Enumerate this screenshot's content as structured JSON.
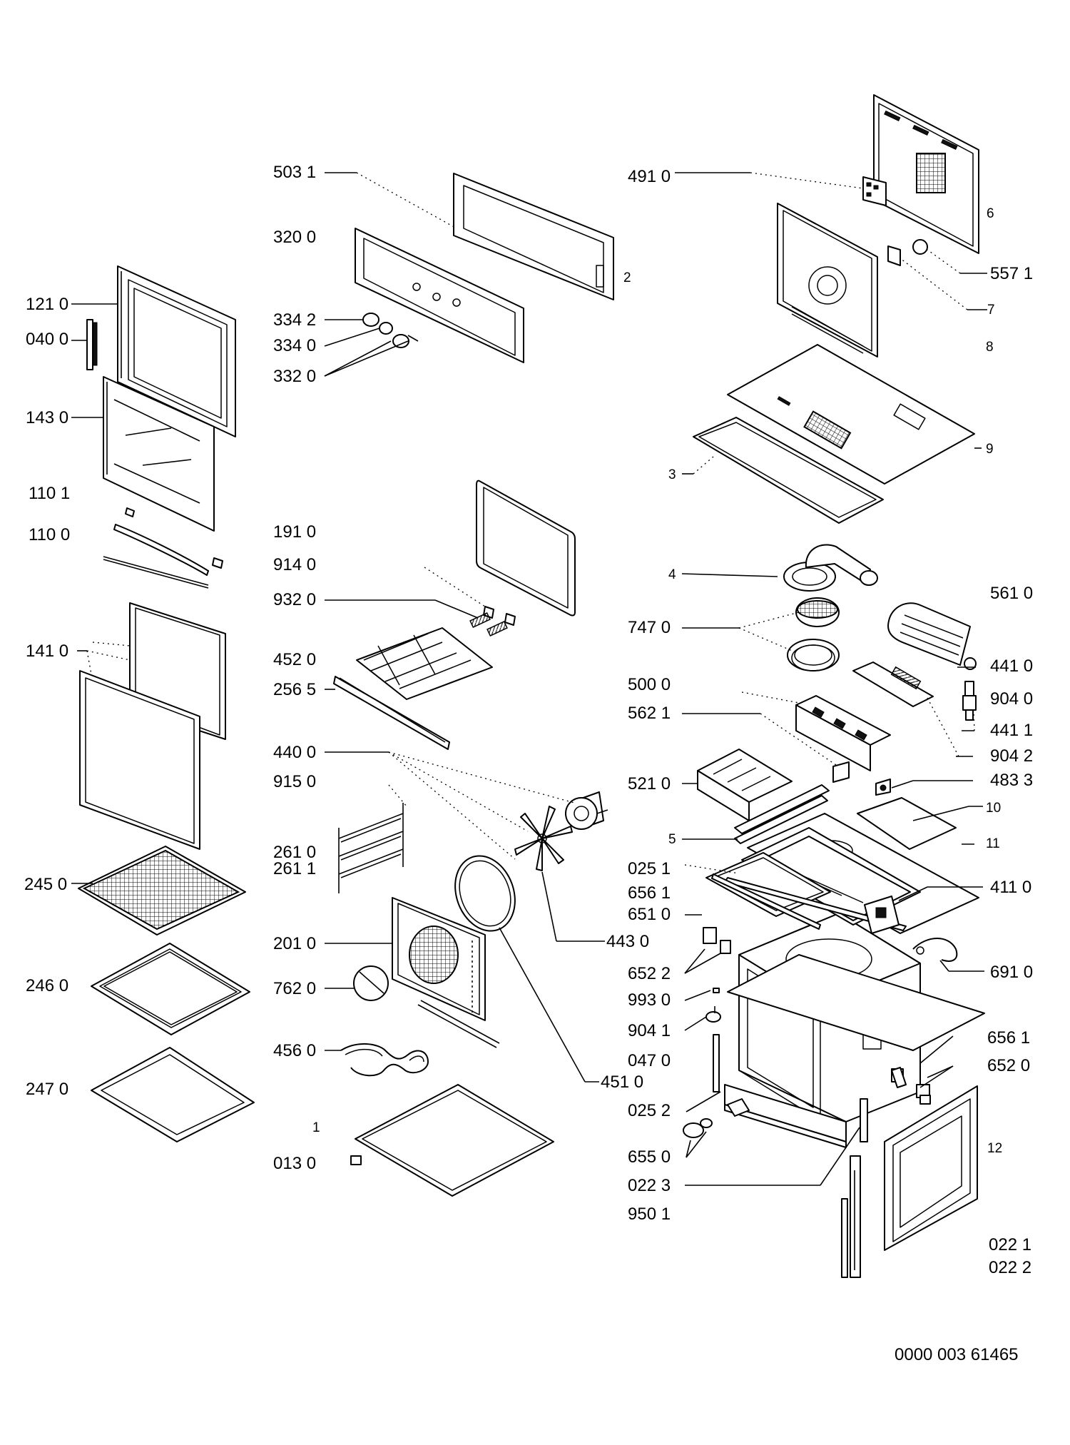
{
  "diagram": {
    "reference_code": "0000 003 61465",
    "labels": [
      {
        "id": "l-503-1",
        "text": "503 1"
      },
      {
        "id": "l-320-0",
        "text": "320 0"
      },
      {
        "id": "l-334-2",
        "text": "334 2"
      },
      {
        "id": "l-334-0",
        "text": "334 0"
      },
      {
        "id": "l-332-0",
        "text": "332 0"
      },
      {
        "id": "l-2",
        "text": "2"
      },
      {
        "id": "l-121-0",
        "text": "121 0"
      },
      {
        "id": "l-040-0",
        "text": "040 0"
      },
      {
        "id": "l-143-0",
        "text": "143 0"
      },
      {
        "id": "l-110-1",
        "text": "110 1"
      },
      {
        "id": "l-110-0",
        "text": "110 0"
      },
      {
        "id": "l-141-0",
        "text": "141 0"
      },
      {
        "id": "l-245-0",
        "text": "245 0"
      },
      {
        "id": "l-246-0",
        "text": "246 0"
      },
      {
        "id": "l-247-0",
        "text": "247 0"
      },
      {
        "id": "l-191-0",
        "text": "191 0"
      },
      {
        "id": "l-914-0",
        "text": "914 0"
      },
      {
        "id": "l-932-0",
        "text": "932 0"
      },
      {
        "id": "l-452-0",
        "text": "452 0"
      },
      {
        "id": "l-256-5",
        "text": "256 5"
      },
      {
        "id": "l-440-0",
        "text": "440 0"
      },
      {
        "id": "l-915-0",
        "text": "915 0"
      },
      {
        "id": "l-261-0",
        "text": "261 0"
      },
      {
        "id": "l-261-1",
        "text": "261 1"
      },
      {
        "id": "l-201-0",
        "text": "201 0"
      },
      {
        "id": "l-762-0",
        "text": "762 0"
      },
      {
        "id": "l-456-0",
        "text": "456 0"
      },
      {
        "id": "l-1",
        "text": "1"
      },
      {
        "id": "l-013-0",
        "text": "013 0"
      },
      {
        "id": "l-443-0",
        "text": "443 0"
      },
      {
        "id": "l-451-0",
        "text": "451 0"
      },
      {
        "id": "l-491-0",
        "text": "491 0"
      },
      {
        "id": "l-6",
        "text": "6"
      },
      {
        "id": "l-557-1",
        "text": "557 1"
      },
      {
        "id": "l-7",
        "text": "7"
      },
      {
        "id": "l-8",
        "text": "8"
      },
      {
        "id": "l-9",
        "text": "9"
      },
      {
        "id": "l-3",
        "text": "3"
      },
      {
        "id": "l-4",
        "text": "4"
      },
      {
        "id": "l-561-0",
        "text": "561 0"
      },
      {
        "id": "l-747-0",
        "text": "747 0"
      },
      {
        "id": "l-441-0",
        "text": "441 0"
      },
      {
        "id": "l-904-0",
        "text": "904 0"
      },
      {
        "id": "l-500-0",
        "text": "500 0"
      },
      {
        "id": "l-562-1",
        "text": "562 1"
      },
      {
        "id": "l-441-1",
        "text": "441 1"
      },
      {
        "id": "l-904-2",
        "text": "904 2"
      },
      {
        "id": "l-521-0",
        "text": "521 0"
      },
      {
        "id": "l-483-3",
        "text": "483 3"
      },
      {
        "id": "l-10",
        "text": "10"
      },
      {
        "id": "l-5",
        "text": "5"
      },
      {
        "id": "l-11",
        "text": "11"
      },
      {
        "id": "l-025-1",
        "text": "025 1"
      },
      {
        "id": "l-656-1a",
        "text": "656 1"
      },
      {
        "id": "l-651-0",
        "text": "651 0"
      },
      {
        "id": "l-411-0",
        "text": "411 0"
      },
      {
        "id": "l-652-2",
        "text": "652 2"
      },
      {
        "id": "l-691-0",
        "text": "691 0"
      },
      {
        "id": "l-993-0",
        "text": "993 0"
      },
      {
        "id": "l-904-1",
        "text": "904 1"
      },
      {
        "id": "l-656-1b",
        "text": "656 1"
      },
      {
        "id": "l-047-0",
        "text": "047 0"
      },
      {
        "id": "l-652-0",
        "text": "652 0"
      },
      {
        "id": "l-025-2",
        "text": "025 2"
      },
      {
        "id": "l-12",
        "text": "12"
      },
      {
        "id": "l-655-0",
        "text": "655 0"
      },
      {
        "id": "l-022-3",
        "text": "022 3"
      },
      {
        "id": "l-950-1",
        "text": "950 1"
      },
      {
        "id": "l-022-1",
        "text": "022 1"
      },
      {
        "id": "l-022-2",
        "text": "022 2"
      }
    ]
  }
}
